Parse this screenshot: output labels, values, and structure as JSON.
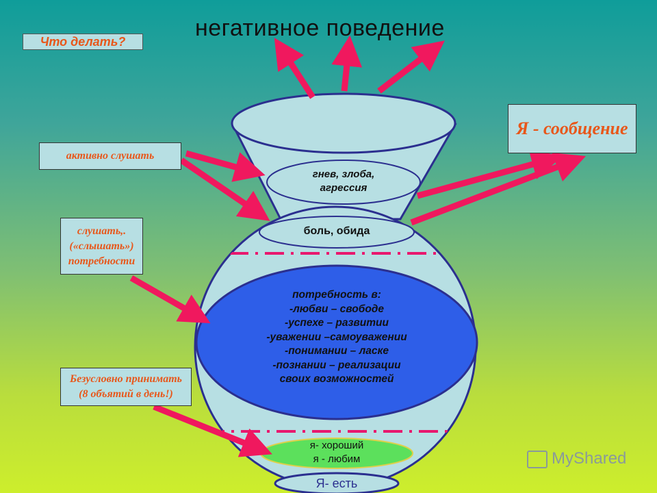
{
  "title": "негативное  поведение",
  "what_to_do": "Что делать?",
  "i_message": "Я - сообщение",
  "left_boxes": [
    "активно слушать",
    "слушать,.\n(«слышать»)\nпотребности",
    "Безусловно принимать\n(8 объятий в день!)"
  ],
  "vessel": {
    "anger": "гнев, злоба,\nагрессия",
    "pain": "боль, обида",
    "needs": "потребность в:\n-любви –  свободе\n-успехе – развитии\n-уважении –самоуважении\n-понимании – ласке\n-познании – реализации\nсвоих возможностей",
    "good": "я- хороший\nя - любим",
    "base": "Я- есть"
  },
  "watermark": "MyShared",
  "colors": {
    "arrow": "#f0185e",
    "vessel": "#b7dfe3",
    "needs": "#2e5ee8",
    "good": "#5ce05c",
    "outline": "#2b2f8f"
  }
}
